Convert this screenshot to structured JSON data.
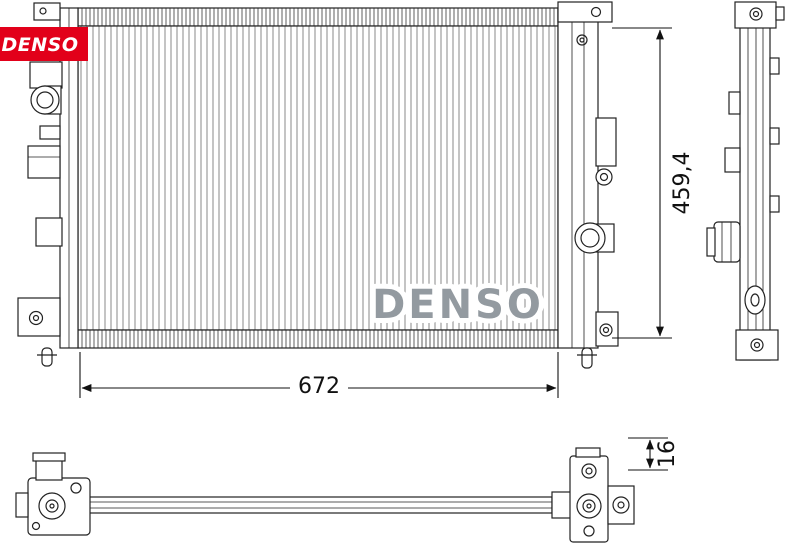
{
  "page": {
    "background": "#ffffff",
    "line_color": "#1c1c1c"
  },
  "logo": {
    "text": "DENSO",
    "color": "#e2001a",
    "text_color": "#ffffff"
  },
  "watermark": {
    "text": "DENSO",
    "color": "#939aa0"
  },
  "dimensions": {
    "width": {
      "label": "672"
    },
    "height": {
      "label": "459,4"
    },
    "thickness": {
      "label": "16"
    }
  }
}
